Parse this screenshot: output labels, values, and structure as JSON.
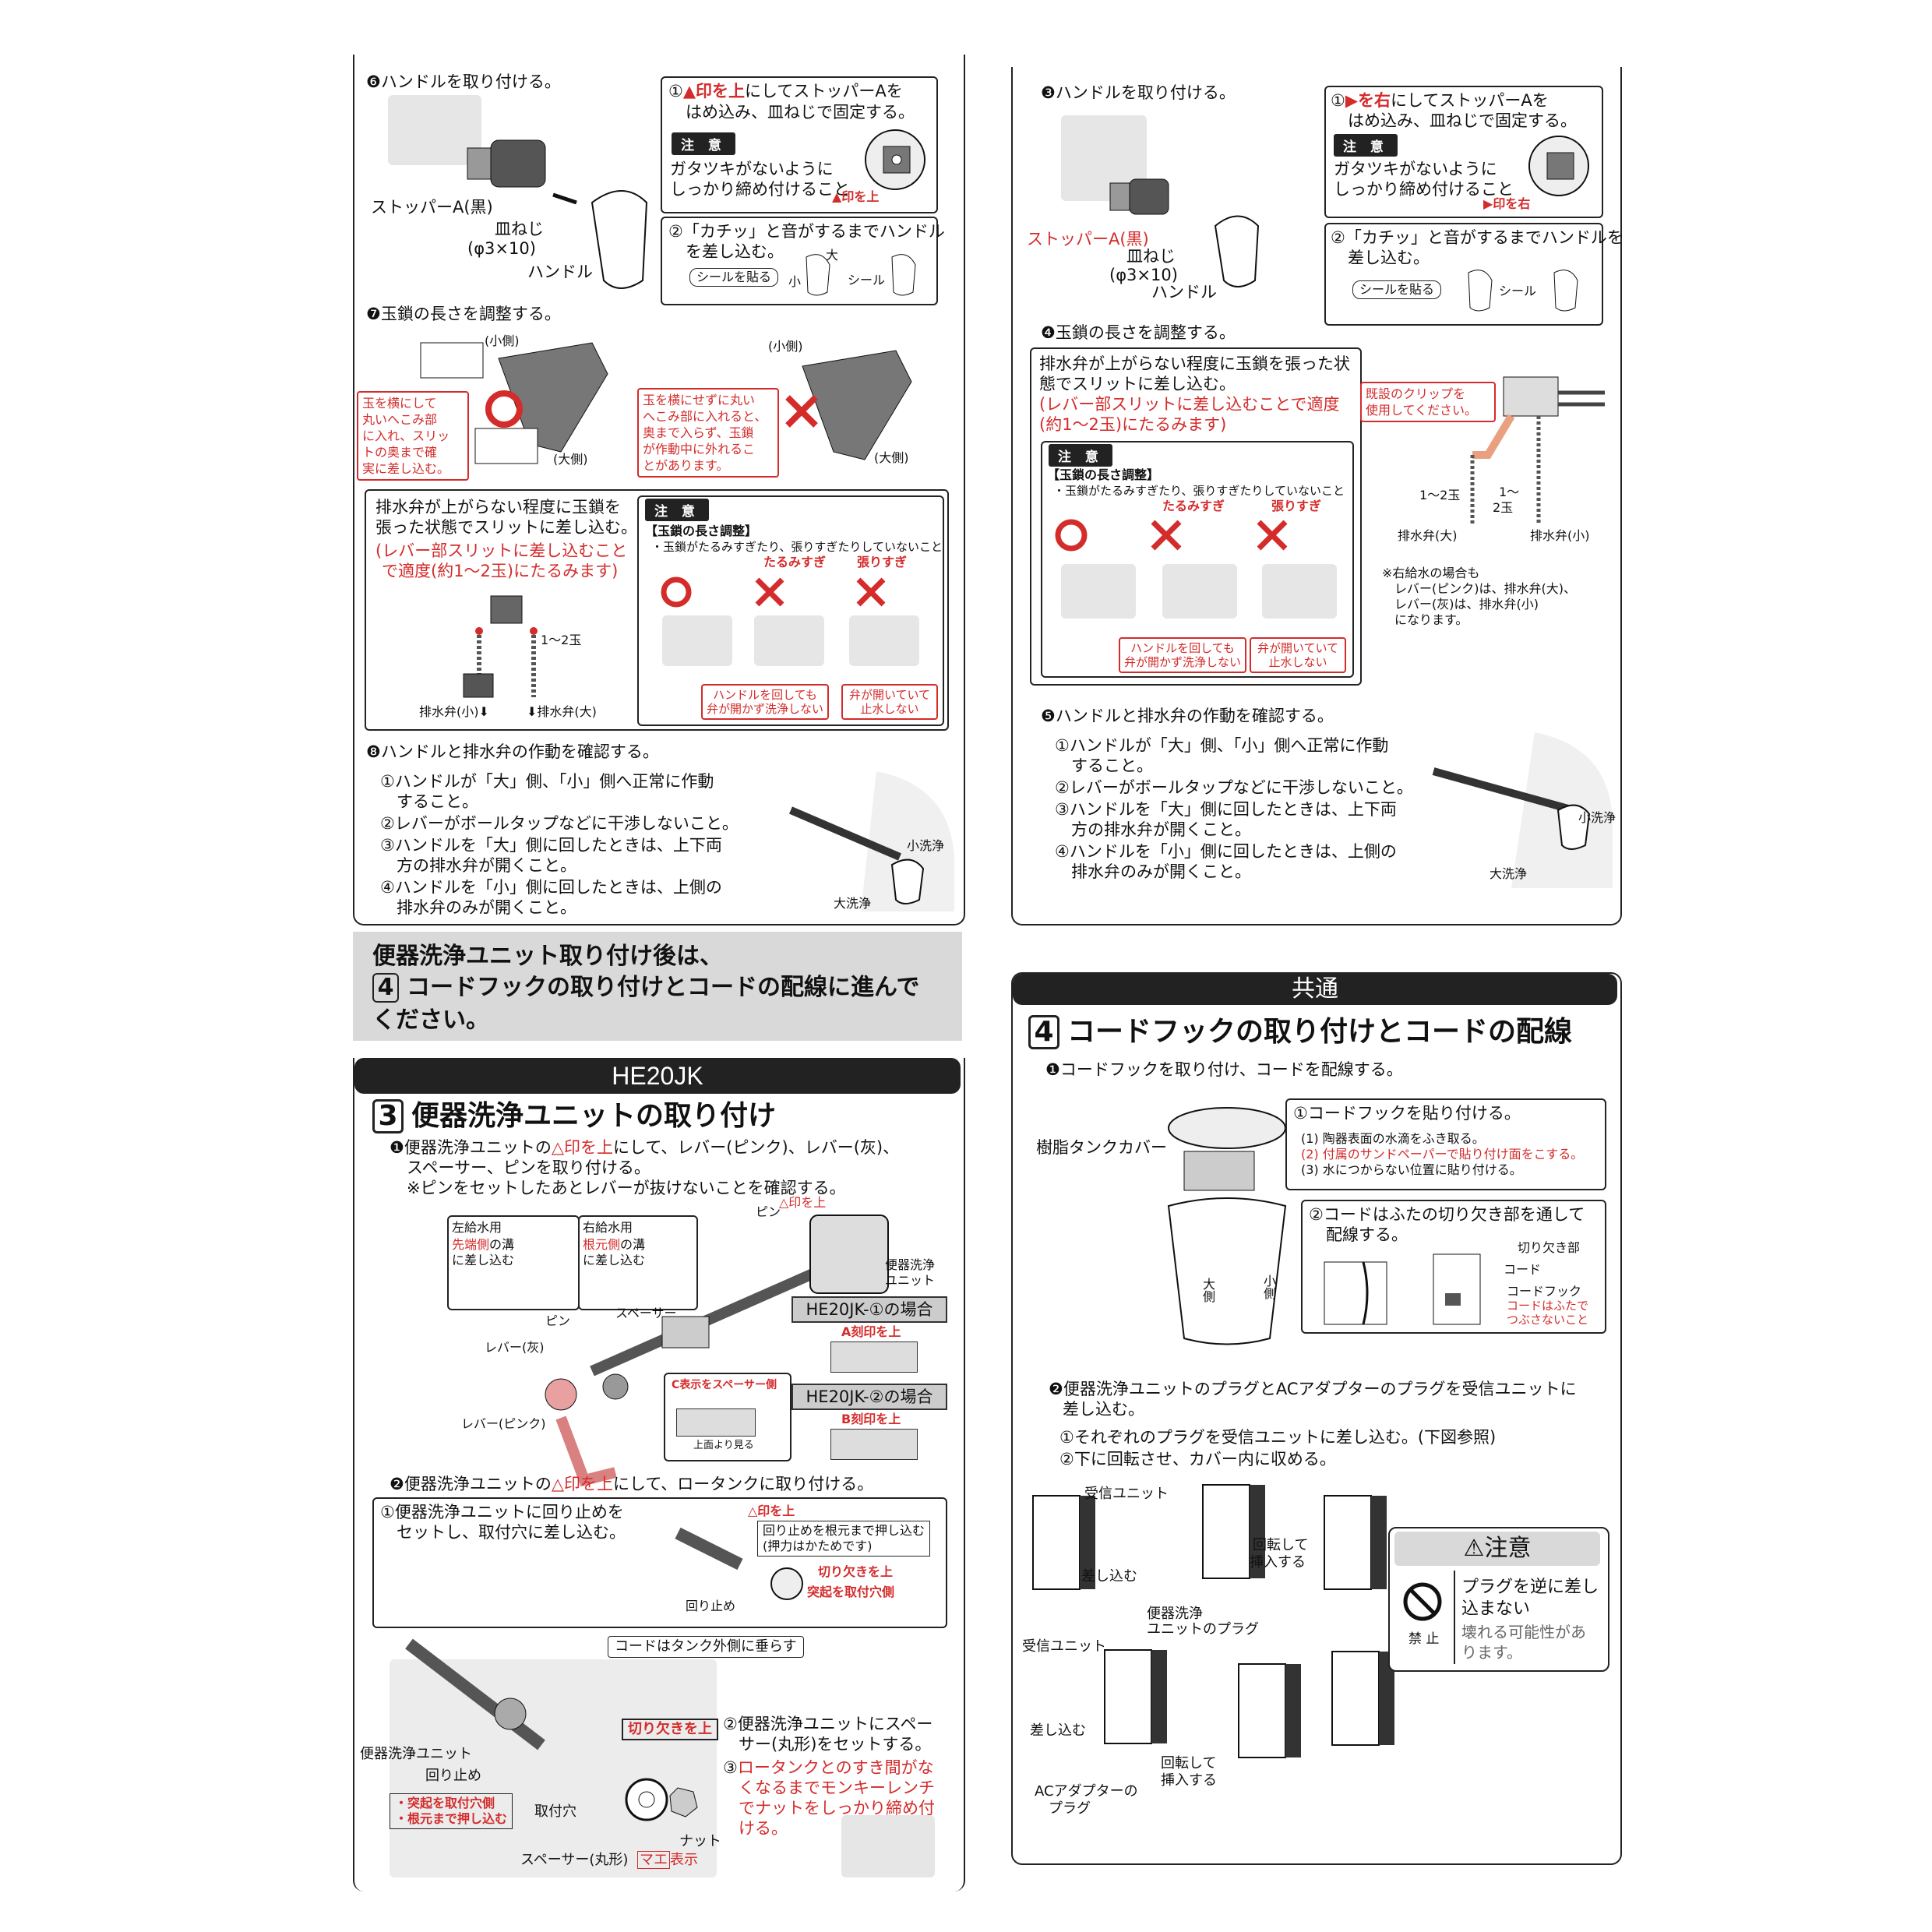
{
  "left_top": {
    "step6_title": "❻ハンドルを取り付ける。",
    "callout1": [
      "①",
      "印を上",
      "にしてストッパーAを",
      "はめ込み、皿ねじで固定する。"
    ],
    "note_label": "注 意",
    "note_text": [
      "ガタツキがないように",
      "しっかり締め付けること"
    ],
    "mark_up": "印を上",
    "stopper": "ストッパーA(黒)",
    "screw": [
      "皿ねじ",
      "(φ3×10)"
    ],
    "handle": "ハンドル",
    "callout2": [
      "②「カチッ」と音がするまでハンドル",
      "を差し込む。"
    ],
    "seal_btn": "シールを貼る",
    "seal": "シール",
    "dai": "大",
    "sho": "小",
    "step7_title": "❼玉鎖の長さを調整する。",
    "small_side": "(小側)",
    "large_side": "(大側)",
    "ok_note": [
      "玉を横にして",
      "丸いへこみ部",
      "に入れ、スリッ",
      "トの奥まで確",
      "実に差し込む。"
    ],
    "ng_note": [
      "玉を横にせずに丸い",
      "へこみ部に入れると、",
      "奥まで入らず、玉鎖",
      "が作動中に外れるこ",
      "とがあります。"
    ],
    "chain_box": [
      "排水弁が上がらない程度に玉鎖を",
      "張った状態でスリットに差し込む。"
    ],
    "chain_box_red": [
      "(レバー部スリットに差し込むこと",
      "で適度(約1〜2玉)にたるみます)"
    ],
    "balls": "1〜2玉",
    "valve_small": "排水弁(小)",
    "valve_large": "排水弁(大)",
    "chain_note_title": "【玉鎖の長さ調整】",
    "chain_note_sub": "・玉鎖がたるみすぎたり、張りすぎたりしていないこと",
    "slack_too": "たるみすぎ",
    "tight_too": "張りすぎ",
    "ng1": [
      "ハンドルを回しても",
      "弁が開かず洗浄しない"
    ],
    "ng2": [
      "弁が開いていて",
      "止水しない"
    ],
    "step8_title": "❽ハンドルと排水弁の作動を確認する。",
    "check": [
      "①ハンドルが「大」側、「小」側へ正常に作動",
      "　すること。",
      "②レバーがボールタップなどに干渉しないこと。",
      "③ハンドルを「大」側に回したときは、上下両",
      "　方の排水弁が開くこと。",
      "④ハンドルを「小」側に回したときは、上側の",
      "　排水弁のみが開くこと。"
    ],
    "small_flush": "小洗浄",
    "large_flush": "大洗浄"
  },
  "gray_banner": [
    "便器洗浄ユニット取り付け後は、",
    "4",
    "コードフックの取り付けとコードの配線に進んで",
    "ください。"
  ],
  "he20": {
    "header": "HE20JK",
    "sec_num": "3",
    "sec_title": "便器洗浄ユニットの取り付け",
    "s1": [
      "❶便器洗浄ユニットの",
      "△印を上",
      "にして、レバー(ピンク)、レバー(灰)、",
      "スペーサー、ピンを取り付ける。",
      "※ピンをセットしたあとレバーが抜けないことを確認する。"
    ],
    "left_supply": "左給水用",
    "left_supply_t": [
      "先端側",
      "の溝",
      "に差し込む"
    ],
    "right_supply": "右給水用",
    "right_supply_t": [
      "根元側",
      "の溝",
      "に差し込む"
    ],
    "pin": "ピン",
    "mark_up": "△印を上",
    "unit": [
      "便器洗浄",
      "ユニット"
    ],
    "spacer": "スペーサー",
    "lever_gray": "レバー(灰)",
    "lever_pink": "レバー(ピンク)",
    "c_side": "C表示をスペーサー側",
    "top_view": "上面より見る",
    "case1": "HE20JK-①の場合",
    "case1_t": "A刻印を上",
    "case2": "HE20JK-②の場合",
    "case2_t": "B刻印を上",
    "s2": [
      "❷便器洗浄ユニットの",
      "△印を上",
      "にして、ロータンクに取り付ける。"
    ],
    "b1": [
      "①便器洗浄ユニットに回り止めを",
      "　セットし、取付穴に差し込む。"
    ],
    "b1_mark": "△印を上",
    "b1_push": [
      "回り止めを根元まで押し込む",
      "(押力はかためです)"
    ],
    "b1_notch": "切り欠きを上",
    "b1_proj": "突起を取付穴側",
    "b1_stop": "回り止め",
    "cord_hang": "コードはタンク外側に垂らす",
    "notch_up": "切り欠きを上",
    "unit2": "便器洗浄ユニット",
    "stop2": "回り止め",
    "proj": [
      "・突起を取付穴側",
      "・根元まで押し込む"
    ],
    "hole": "取付穴",
    "nut": "ナット",
    "spacer_round": "スペーサー(丸形)",
    "mae": "マエ",
    "mae_t": "表示",
    "b2": [
      "②便器洗浄ユニットにスペー",
      "サー(丸形)をセットする。"
    ],
    "b3": [
      "③",
      "ロータンクとのすき間がな",
      "くなるまでモンキーレンチ",
      "でナットをしっかり締め付",
      "ける。"
    ]
  },
  "right_top": {
    "step3_title": "❸ハンドルを取り付ける。",
    "callout1": [
      "①",
      "を右",
      "にしてストッパーAを",
      "はめ込み、皿ねじで固定する。"
    ],
    "note_label": "注 意",
    "note_text": [
      "ガタツキがないように",
      "しっかり締め付けること"
    ],
    "mark_right": "印を右",
    "stopper": "ストッパーA(黒)",
    "screw": [
      "皿ねじ",
      "(φ3×10)"
    ],
    "handle": "ハンドル",
    "callout2": [
      "②「カチッ」と音がするまでハンドルを",
      "差し込む。"
    ],
    "seal_btn": "シールを貼る",
    "seal": "シール",
    "step4_title": "❹玉鎖の長さを調整する。",
    "chain_box": [
      "排水弁が上がらない程度に玉鎖を張った状",
      "態でスリットに差し込む。"
    ],
    "chain_box_red": [
      "(レバー部スリットに差し込むことで適度",
      "(約1〜2玉)にたるみます)"
    ],
    "clip_note": [
      "既設のクリップを",
      "使用してください。"
    ],
    "balls": "1〜2玉",
    "balls2": [
      "1〜",
      "2玉"
    ],
    "valve_large": "排水弁(大)",
    "valve_small": "排水弁(小)",
    "right_note": [
      "※右給水の場合も",
      "　レバー(ピンク)は、排水弁(大)、",
      "　レバー(灰)は、排水弁(小)",
      "　になります。"
    ],
    "note_label2": "注 意",
    "chain_note_title": "【玉鎖の長さ調整】",
    "chain_note_sub": "・玉鎖がたるみすぎたり、張りすぎたりしていないこと",
    "slack_too": "たるみすぎ",
    "tight_too": "張りすぎ",
    "ng1": [
      "ハンドルを回しても",
      "弁が開かず洗浄しない"
    ],
    "ng2": [
      "弁が開いていて",
      "止水しない"
    ],
    "step5_title": "❺ハンドルと排水弁の作動を確認する。",
    "check": [
      "①ハンドルが「大」側、「小」側へ正常に作動",
      "　すること。",
      "②レバーがボールタップなどに干渉しないこと。",
      "③ハンドルを「大」側に回したときは、上下両",
      "　方の排水弁が開くこと。",
      "④ハンドルを「小」側に回したときは、上側の",
      "　排水弁のみが開くこと。"
    ],
    "small_flush": "小洗浄",
    "large_flush": "大洗浄"
  },
  "common": {
    "header": "共通",
    "sec_num": "4",
    "sec_title": "コードフックの取り付けとコードの配線",
    "s1": "❶コードフックを取り付け、コードを配線する。",
    "tank_cover": "樹脂タンクカバー",
    "c1_title": "①コードフックを貼り付ける。",
    "c1_1": "(1) 陶器表面の水滴をふき取る。",
    "c1_2": "(2) 付属のサンドペーパーで貼り付け面をこする。",
    "c1_3": "(3) 水につからない位置に貼り付ける。",
    "c2_title": [
      "②コードはふたの切り欠き部を通して",
      "配線する。"
    ],
    "notch": "切り欠き部",
    "cord": "コード",
    "cord_hook": "コードフック",
    "cord_note": [
      "コードはふたで",
      "つぶさないこと"
    ],
    "dai": "大側",
    "sho": "小側",
    "s2": [
      "❷便器洗浄ユニットのプラグとACアダプターのプラグを受信ユニットに",
      "差し込む。"
    ],
    "s2_1": "①それぞれのプラグを受信ユニットに差し込む。(下図参照)",
    "s2_2": "②下に回転させ、カバー内に収める。",
    "receiver": "受信ユニット",
    "insert": "差し込む",
    "rotate_insert": [
      "回転して",
      "挿入する"
    ],
    "unit_plug": [
      "便器洗浄",
      "ユニットのプラグ"
    ],
    "receiver2": "受信ユニット",
    "insert2": "差し込む",
    "ac_plug": [
      "ACアダプターの",
      "プラグ"
    ],
    "rotate_insert2": [
      "回転して",
      "挿入する"
    ],
    "caution_title": "注意",
    "caution_main": [
      "プラグを逆に差し",
      "込まない"
    ],
    "caution_sub": [
      "壊れる可能性があ",
      "ります。"
    ],
    "prohibit": "禁 止"
  },
  "colors": {
    "accent_red": "#d42b2b",
    "dark": "#222222",
    "banner_gray": "#d9d9d9"
  },
  "icons": [
    "circle-ok-icon",
    "cross-ng-icon",
    "warning-triangle-icon",
    "prohibit-icon",
    "arrow-icon"
  ]
}
